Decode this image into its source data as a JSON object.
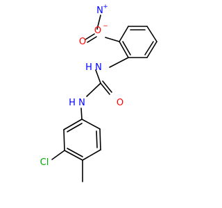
{
  "colors": {
    "bond": "#000000",
    "N": "#0000ff",
    "O": "#ff0000",
    "Cl": "#00aa00",
    "background": "#ffffff"
  },
  "atoms": {
    "o_minus": {
      "text": "O",
      "charge": "−",
      "element": "O"
    },
    "n_plus": {
      "text": "N",
      "charge": "+",
      "element": "N"
    },
    "o_double": {
      "text": "O",
      "element": "O"
    },
    "nh_top": {
      "text": "H",
      "n": "N",
      "element": "N"
    },
    "o_carbonyl": {
      "text": "O",
      "element": "O"
    },
    "nh_bottom": {
      "text": "H",
      "n": "N",
      "element": "N"
    },
    "cl": {
      "text": "Cl",
      "element": "Cl"
    }
  }
}
